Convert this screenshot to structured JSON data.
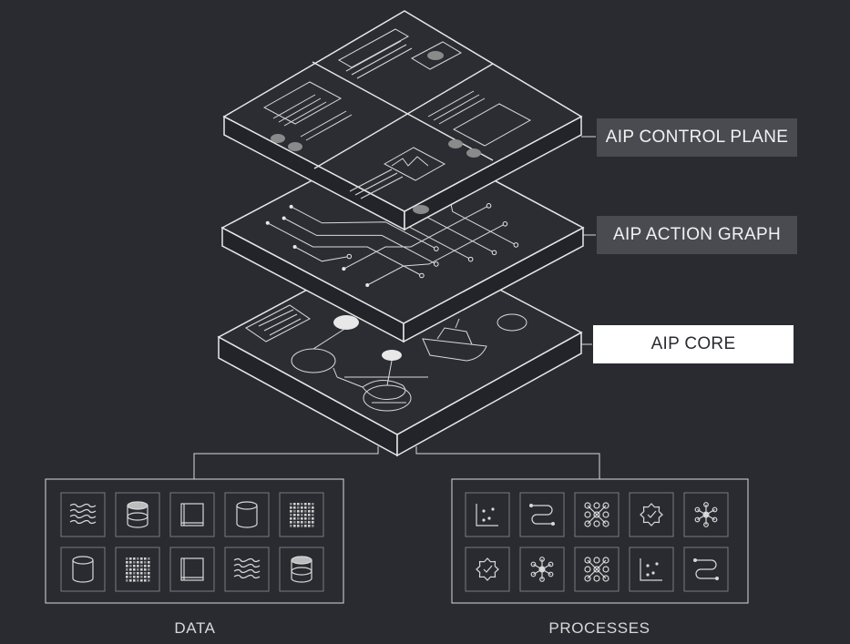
{
  "layers": {
    "control_plane": {
      "label": "AIP CONTROL PLANE"
    },
    "action_graph": {
      "label": "AIP ACTION GRAPH"
    },
    "core": {
      "label": "AIP CORE"
    }
  },
  "groups": {
    "data": {
      "label": "DATA",
      "icons": [
        "waves-icon",
        "database-filled-icon",
        "panel-icon",
        "database-icon",
        "grid-pattern-icon",
        "database-icon",
        "grid-pattern-icon",
        "panel-icon",
        "waves-icon",
        "database-filled-icon"
      ]
    },
    "processes": {
      "label": "PROCESSES",
      "icons": [
        "scatter-chart-icon",
        "flow-path-icon",
        "node-grid-icon",
        "gear-check-icon",
        "network-hub-icon",
        "gear-check-icon",
        "network-hub-icon",
        "node-grid-icon",
        "scatter-chart-icon",
        "flow-path-icon"
      ]
    }
  },
  "colors": {
    "background": "#2a2b31",
    "line": "#e8e8e8",
    "label_bg": "#4a4b51",
    "active_label_bg": "#ffffff"
  }
}
